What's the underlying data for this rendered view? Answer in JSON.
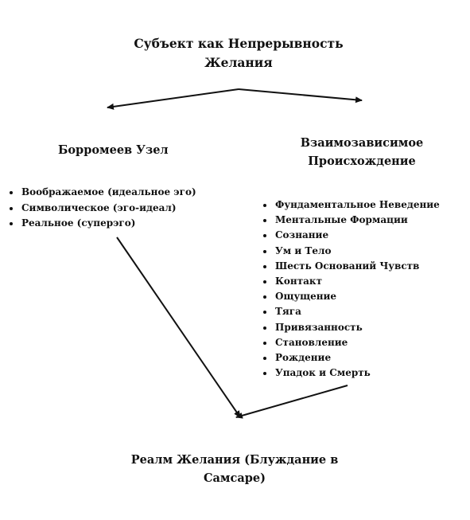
{
  "top": {
    "title_line1": "Субъект как Непрерывность",
    "title_line2": "Желания"
  },
  "left": {
    "title": "Борромеев Узел",
    "items": [
      "Воображаемое (идеальное эго)",
      "Символическое (эго-идеал)",
      "Реальное (суперэго)"
    ]
  },
  "right": {
    "title_line1": "Взаимозависимое",
    "title_line2": "Происхождение",
    "items": [
      "Фундаментальное Неведение",
      "Ментальные Формации",
      "Сознание",
      "Ум и Тело",
      "Шесть Оснований Чувств",
      "Контакт",
      "Ощущение",
      "Тяга",
      "Привязанность",
      "Становление",
      "Рождение",
      "Упадок и Смерть"
    ]
  },
  "bottom": {
    "title_line1": "Реалм Желания (Блуждание в",
    "title_line2": "Самсаре)"
  },
  "colors": {
    "text": "#111111",
    "arrow": "#111111",
    "background": "#ffffff"
  }
}
